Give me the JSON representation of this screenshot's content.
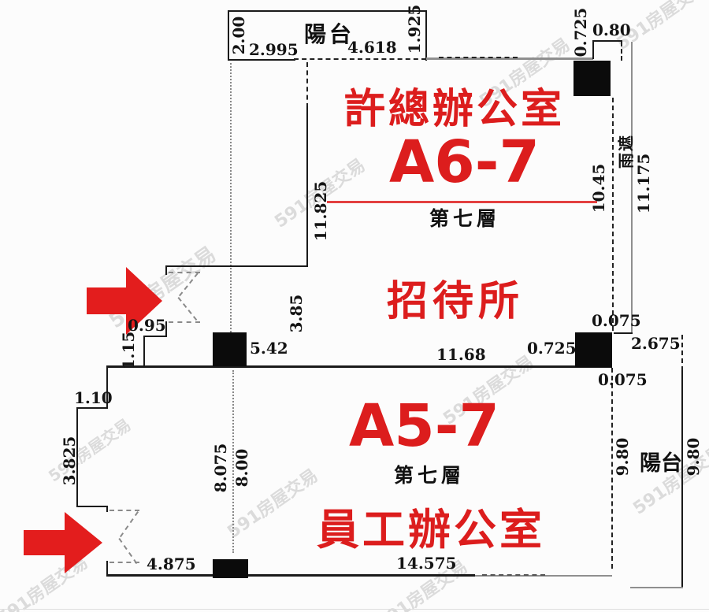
{
  "colors": {
    "annotation_red": "#dc1d1d",
    "wall_black": "#1a1a1a",
    "gray_line": "#8f8f8f",
    "watermark_gray": "#969696"
  },
  "watermark": "591房屋交易",
  "upper_unit": {
    "name": "許總辦公室",
    "code": "A6-7",
    "floor": "第七層",
    "room": "招待所"
  },
  "lower_unit": {
    "code": "A5-7",
    "floor": "第七層",
    "room": "員工辦公室"
  },
  "labels": {
    "balcony_top": "陽台",
    "balcony_right": "陽台",
    "rain_shelter": "雨遮"
  },
  "dims": {
    "balcony_left_h": "2.00",
    "balcony_w1": "2.995",
    "balcony_w2": "4.618",
    "balcony_right_h": "1.925",
    "tr_step_h": "0.725",
    "tr_step_w": "0.80",
    "upper_left_wall": "11.825",
    "upper_right_wall": "10.45",
    "rain_shelter_len": "11.175",
    "entry_side": "3.85",
    "entry_step_w": "0.95",
    "entry_step_h": "1.15",
    "mid_seg_a": "5.42",
    "mid_seg_b": "11.68",
    "mid_seg_c": "0.725",
    "mid_step_top": "0.075",
    "mid_right": "2.675",
    "mid_step_bottom": "0.075",
    "low_step_w": "1.10",
    "low_left_wall": "3.825",
    "low_mid_a": "8.075",
    "low_mid_b": "8.00",
    "balcony2_left": "9.80",
    "balcony2_right": "9.80",
    "bottom_a": "4.875",
    "bottom_b": "14.575"
  }
}
